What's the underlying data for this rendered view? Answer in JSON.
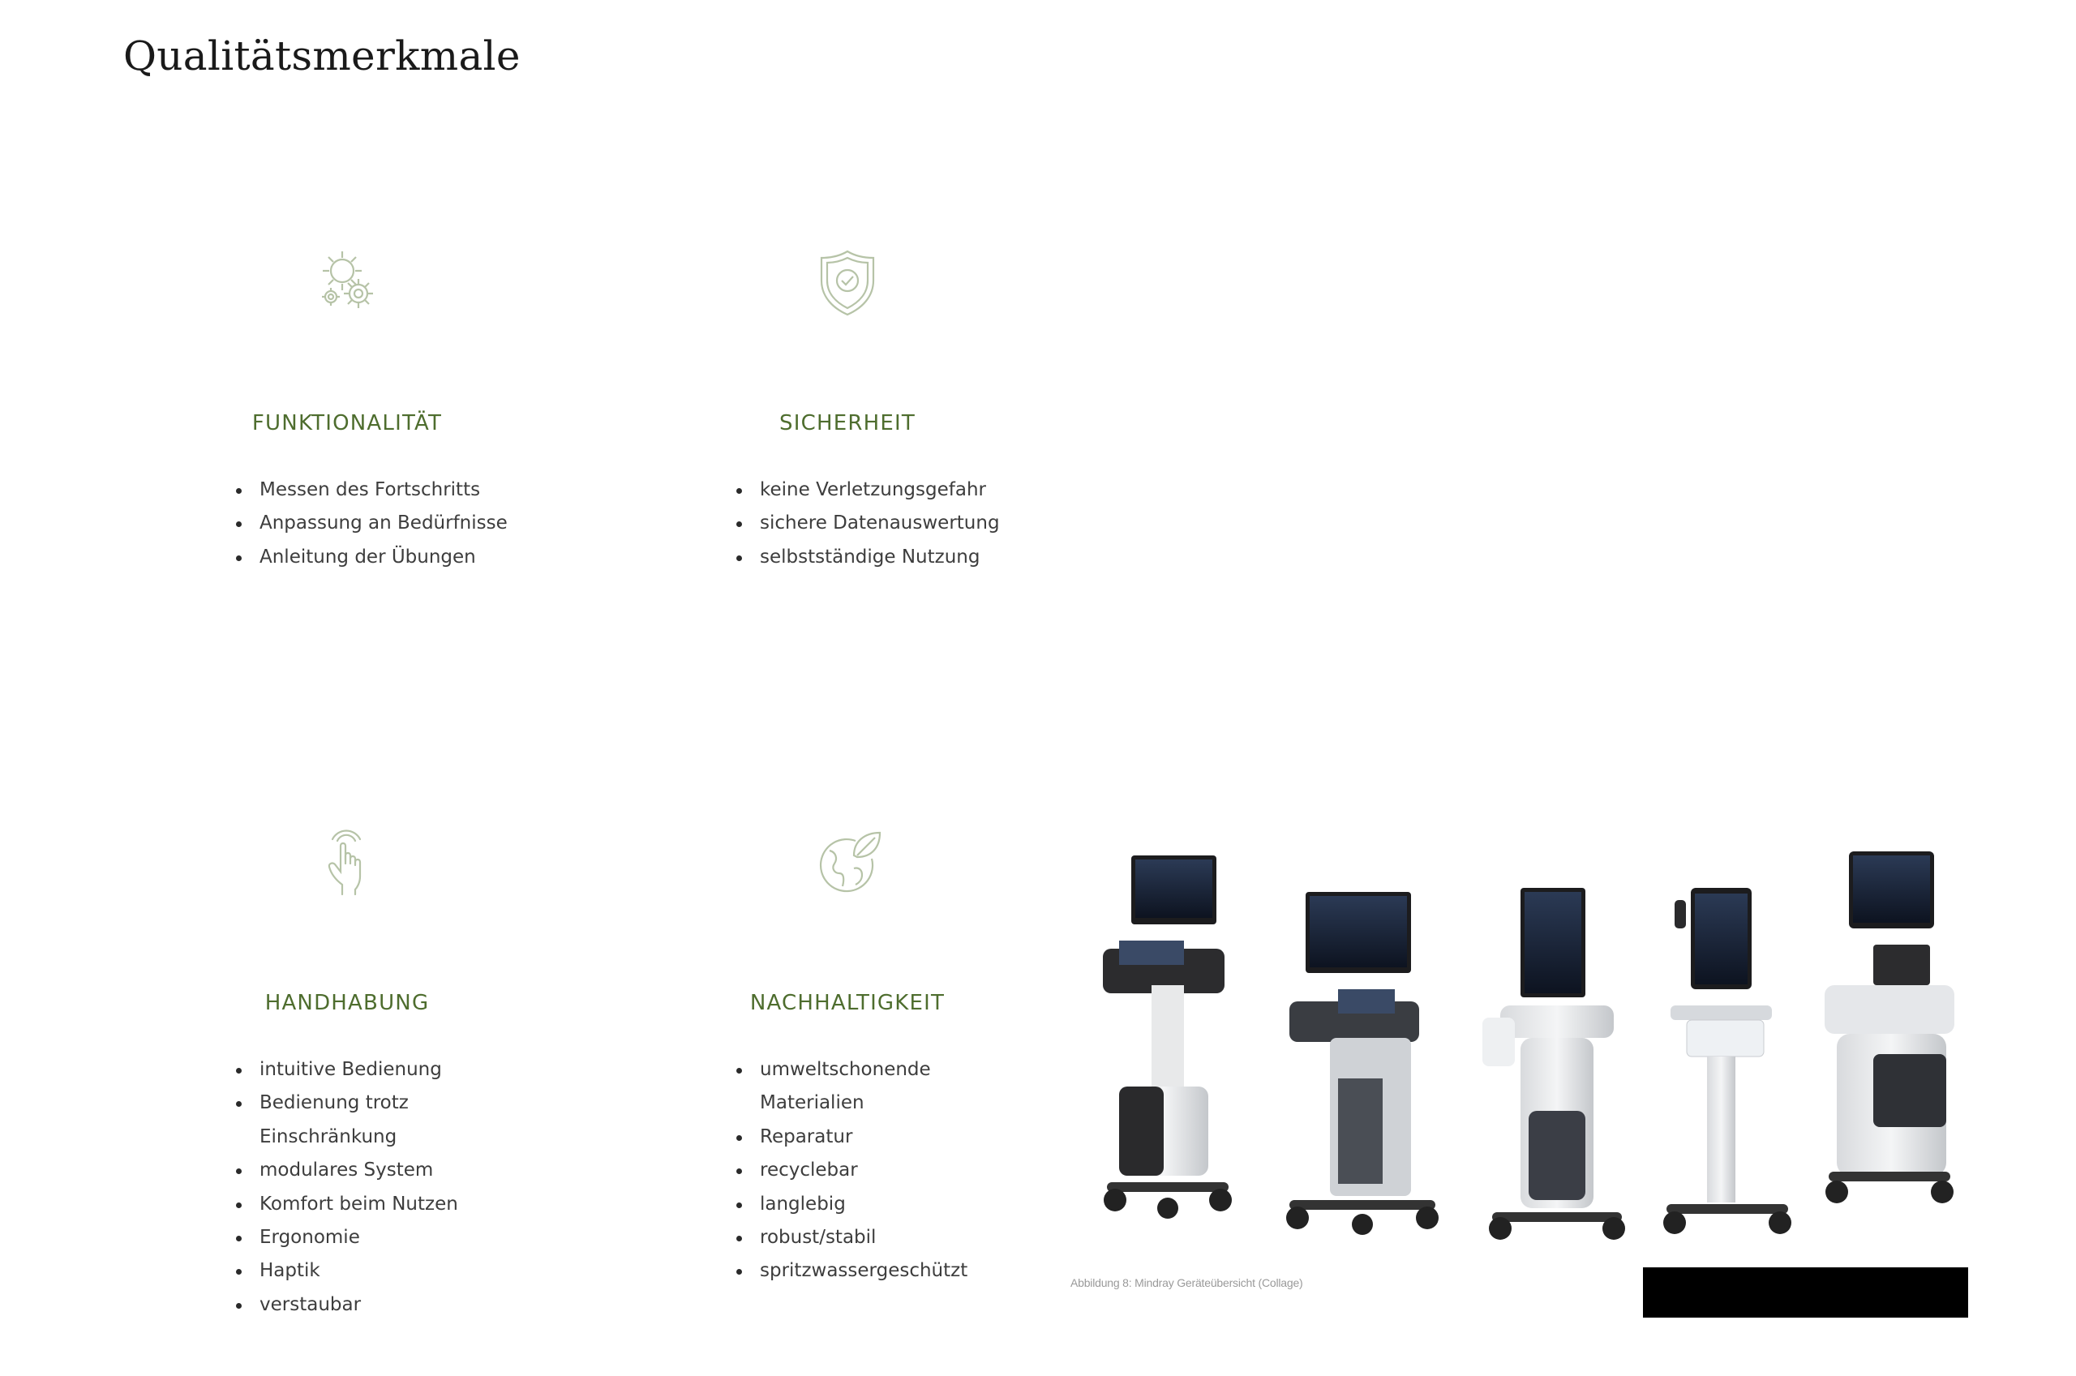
{
  "page": {
    "title": "Qualitätsmerkmale"
  },
  "colors": {
    "accent": "#4e6d2e",
    "icon": "#b6c3a7",
    "text": "#3d3d3d"
  },
  "features": [
    {
      "icon": "gears-icon",
      "title": "FUNKTIONALITÄT",
      "items": [
        "Messen des Fortschritts",
        "Anpassung an Bedürfnisse",
        "Anleitung der Übungen"
      ]
    },
    {
      "icon": "shield-check-icon",
      "title": "SICHERHEIT",
      "items": [
        "keine Verletzungsgefahr",
        "sichere Datenauswertung",
        "selbstständige Nutzung"
      ]
    },
    {
      "icon": "touch-hand-icon",
      "title": "HANDHABUNG",
      "items": [
        "intuitive Bedienung",
        "Bedienung trotz",
        "Einschränkung",
        "modulares System",
        "Komfort beim Nutzen",
        "Ergonomie",
        "Haptik",
        "verstaubar"
      ]
    },
    {
      "icon": "eco-globe-icon",
      "title": "NACHHALTIGKEIT",
      "items": [
        "umweltschonende",
        "Materialien",
        "Reparatur",
        "recyclebar",
        "langlebig",
        "robust/stabil",
        "spritzwassergeschützt"
      ]
    }
  ],
  "figure": {
    "caption": "Abbildung 8: Mindray Geräteübersicht (Collage)",
    "image": "ultrasound-devices-collage"
  }
}
